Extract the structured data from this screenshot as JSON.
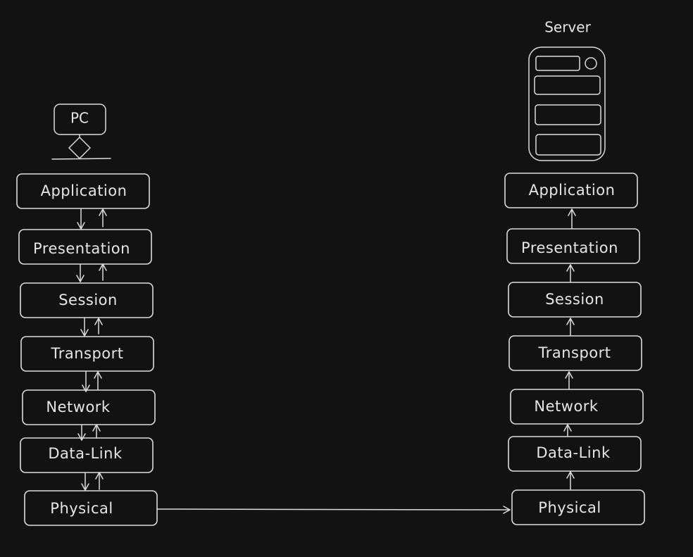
{
  "client": {
    "device_label": "PC",
    "layers": [
      "Application",
      "Presentation",
      "Session",
      "Transport",
      "Network",
      "Data-Link",
      "Physical"
    ]
  },
  "server": {
    "device_label": "Server",
    "layers": [
      "Application",
      "Presentation",
      "Session",
      "Transport",
      "Network",
      "Data-Link",
      "Physical"
    ]
  },
  "icons": {
    "pc": "desktop-computer-icon",
    "server": "server-rack-icon"
  },
  "colors": {
    "background": "#121212",
    "stroke": "#dcdcdc",
    "text": "#e6e6e6"
  }
}
